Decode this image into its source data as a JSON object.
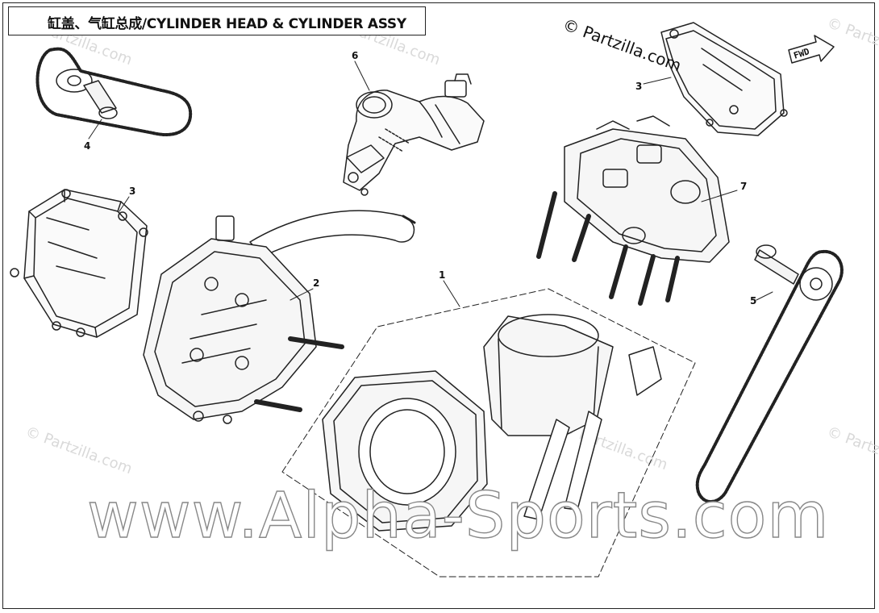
{
  "title": "缸盖、气缸总成/CYLINDER HEAD & CYLINDER ASSY",
  "copyright": "© Partzilla.com",
  "watermark_small": "© Partzilla.com",
  "watermark_big": "www.Alpha-Sports.com",
  "fwd_label": "FWD",
  "callouts": {
    "c1": "1",
    "c2": "2",
    "c3a": "3",
    "c3b": "3",
    "c4": "4",
    "c5": "5",
    "c6": "6",
    "c7": "7"
  }
}
